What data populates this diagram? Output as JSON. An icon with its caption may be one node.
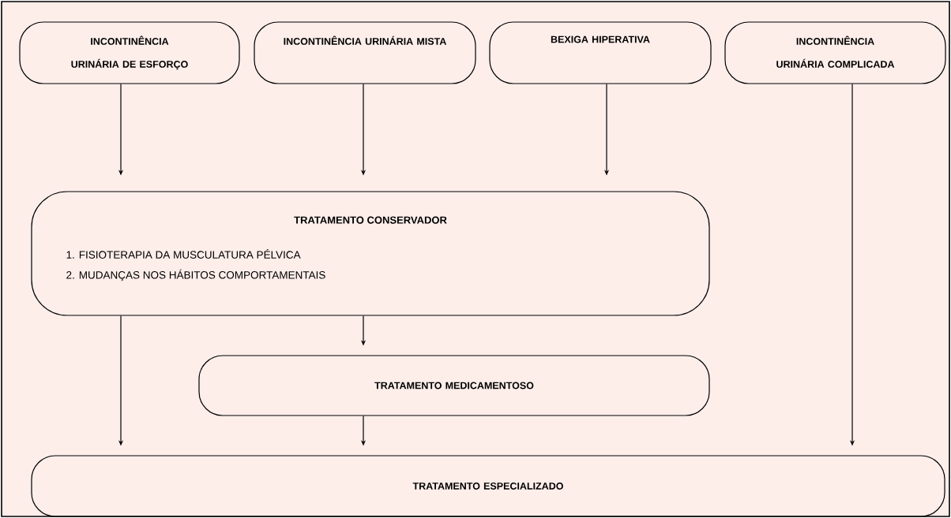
{
  "diagram": {
    "nodes": [
      {
        "text": [
          "INCONTINÊNCIA URINÁRIA DE ESFORÇO"
        ]
      },
      {
        "text": [
          "INCONTINÊNCIA URINÁRIA MISTA"
        ]
      },
      {
        "text": [
          "BEXIGA HIPERATIVA"
        ]
      },
      {
        "text": [
          "INCONTINÊNCIA URINÁRIA COMPLICADA"
        ]
      },
      {
        "text": [
          "TRATAMENTO CONSERVADOR",
          "1. FISIOTERAPIA DA MUSCULATURA PÉLVICA",
          "2. MUDANÇAS NOS HÁBITOS COMPORTAMENTAIS"
        ]
      },
      {
        "text": [
          "TRATAMENTO MEDICAMENTOSO"
        ]
      },
      {
        "text": [
          "TRATAMENTO ESPECIALIZADO"
        ]
      }
    ],
    "edges": [
      {
        "from": 0,
        "to": 4,
        "arrow": "to"
      },
      {
        "from": 1,
        "to": 4,
        "arrow": "to"
      },
      {
        "from": 2,
        "to": 4,
        "arrow": "to"
      },
      {
        "from": 3,
        "to": 6,
        "arrow": "to"
      },
      {
        "from": 4,
        "to": 6,
        "arrow": "to"
      },
      {
        "from": 4,
        "to": 5,
        "arrow": "to"
      },
      {
        "from": 5,
        "to": 6,
        "arrow": "to"
      }
    ]
  }
}
